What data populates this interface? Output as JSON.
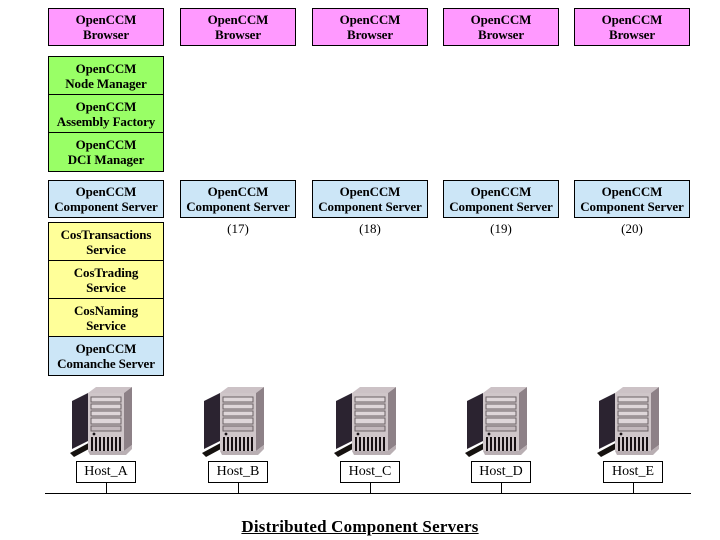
{
  "diagram": {
    "footer_title": "Distributed Component Servers",
    "colors": {
      "browser": "#ff99ff",
      "node_services": "#99ff66",
      "component_server": "#cce6f7",
      "cos_service": "#ffff99",
      "host_box": "#ffffff",
      "outline": "#000000",
      "background": "#ffffff"
    },
    "columns": [
      {
        "host": "Host_A",
        "browser": {
          "line1": "OpenCCM",
          "line2": "Browser"
        },
        "node_stack": [
          {
            "line1": "OpenCCM",
            "line2": "Node Manager"
          },
          {
            "line1": "OpenCCM",
            "line2": "Assembly Factory"
          },
          {
            "line1": "OpenCCM",
            "line2": "DCI Manager"
          }
        ],
        "component_server": {
          "line1": "OpenCCM",
          "line2": "Component Server"
        },
        "component_server_number": "",
        "service_stack": [
          {
            "line1": "CosTransactions",
            "line2": "Service",
            "color": "cos_service"
          },
          {
            "line1": "CosTrading",
            "line2": "Service",
            "color": "cos_service"
          },
          {
            "line1": "CosNaming",
            "line2": "Service",
            "color": "cos_service"
          },
          {
            "line1": "OpenCCM",
            "line2": "Comanche Server",
            "color": "component_server"
          }
        ]
      },
      {
        "host": "Host_B",
        "browser": {
          "line1": "OpenCCM",
          "line2": "Browser"
        },
        "node_stack": [],
        "component_server": {
          "line1": "OpenCCM",
          "line2": "Component Server"
        },
        "component_server_number": "(17)",
        "service_stack": []
      },
      {
        "host": "Host_C",
        "browser": {
          "line1": "OpenCCM",
          "line2": "Browser"
        },
        "node_stack": [],
        "component_server": {
          "line1": "OpenCCM",
          "line2": "Component Server"
        },
        "component_server_number": "(18)",
        "service_stack": []
      },
      {
        "host": "Host_D",
        "browser": {
          "line1": "OpenCCM",
          "line2": "Browser"
        },
        "node_stack": [],
        "component_server": {
          "line1": "OpenCCM",
          "line2": "Component Server"
        },
        "component_server_number": "(19)",
        "service_stack": []
      },
      {
        "host": "Host_E",
        "browser": {
          "line1": "OpenCCM",
          "line2": "Browser"
        },
        "node_stack": [],
        "component_server": {
          "line1": "OpenCCM",
          "line2": "Component Server"
        },
        "component_server_number": "(20)",
        "service_stack": []
      }
    ]
  }
}
